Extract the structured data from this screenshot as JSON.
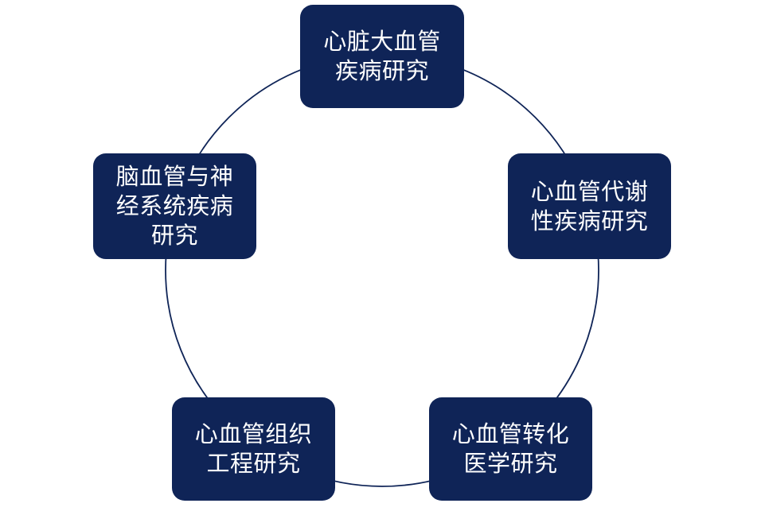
{
  "diagram": {
    "nodes": [
      {
        "id": "top",
        "label": "心脏大血管\n疾病研究"
      },
      {
        "id": "right",
        "label": "心血管代谢\n性疾病研究"
      },
      {
        "id": "bottom-right",
        "label": "心血管转化\n医学研究"
      },
      {
        "id": "bottom-left",
        "label": "心血管组织\n工程研究"
      },
      {
        "id": "left",
        "label": "脑血管与神\n经系统疾病\n研究"
      }
    ],
    "colors": {
      "node_fill": "#0f2457",
      "node_text": "#ffffff",
      "ring_stroke": "#0f2457",
      "background": "#ffffff"
    }
  }
}
